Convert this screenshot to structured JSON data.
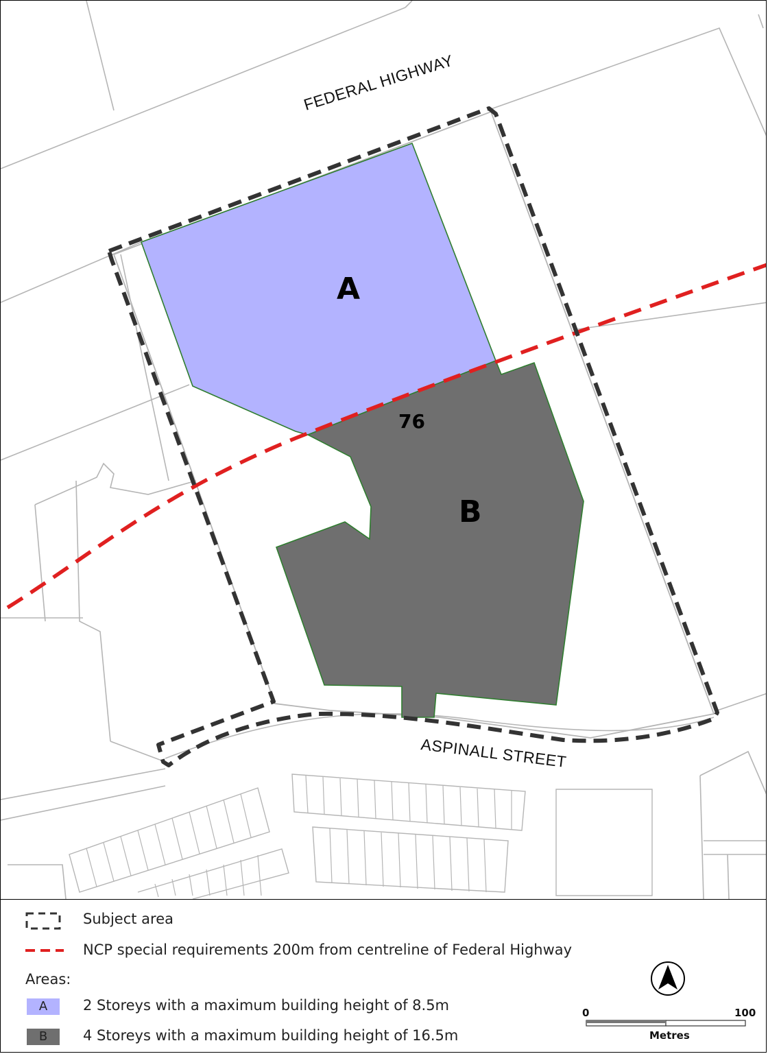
{
  "map": {
    "roads": {
      "federal_highway": "FEDERAL HIGHWAY",
      "aspinall_street": "ASPINALL STREET"
    },
    "areas": {
      "a_label": "A",
      "b_label": "B",
      "lot_number": "76"
    },
    "colors": {
      "area_a": "#b3b3ff",
      "area_b": "#6f6f6f",
      "ncp_line": "#e02020",
      "subject_boundary": "#333333",
      "cadastre": "#b5b5b5"
    },
    "north_arrow_icon": "north-arrow-icon"
  },
  "legend": {
    "subject_area": "Subject area",
    "ncp_line": "NCP special requirements 200m from centreline of Federal Highway",
    "areas_heading": "Areas:",
    "area_a": {
      "swatch_label": "A",
      "description": "2 Storeys with a maximum building height of 8.5m"
    },
    "area_b": {
      "swatch_label": "B",
      "description": "4 Storeys with a maximum building height of 16.5m"
    },
    "scale": {
      "min_label": "0",
      "max_label": "100",
      "unit": "Metres"
    }
  }
}
